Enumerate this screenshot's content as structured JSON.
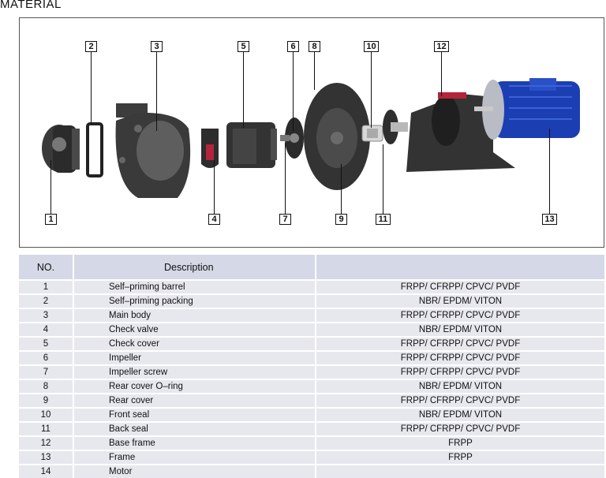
{
  "page": {
    "heading": "MATERIAL"
  },
  "diagram": {
    "callouts": [
      "1",
      "2",
      "3",
      "4",
      "5",
      "6",
      "7",
      "8",
      "9",
      "10",
      "11",
      "12",
      "13"
    ]
  },
  "table": {
    "headers": {
      "no": "NO.",
      "description": "Description",
      "material": ""
    },
    "rows": [
      {
        "no": "1",
        "description": "Self–priming barrel",
        "material": "FRPP/ CFRPP/ CPVC/ PVDF"
      },
      {
        "no": "2",
        "description": "Self–priming packing",
        "material": "NBR/ EPDM/ VITON"
      },
      {
        "no": "3",
        "description": "Main body",
        "material": "FRPP/ CFRPP/ CPVC/ PVDF"
      },
      {
        "no": "4",
        "description": "Check valve",
        "material": "NBR/ EPDM/ VITON"
      },
      {
        "no": "5",
        "description": "Check cover",
        "material": "FRPP/ CFRPP/ CPVC/ PVDF"
      },
      {
        "no": "6",
        "description": "Impeller",
        "material": "FRPP/ CFRPP/ CPVC/ PVDF"
      },
      {
        "no": "7",
        "description": "Impeller screw",
        "material": "FRPP/ CFRPP/ CPVC/ PVDF"
      },
      {
        "no": "8",
        "description": "Rear cover O–ring",
        "material": "NBR/ EPDM/ VITON"
      },
      {
        "no": "9",
        "description": "Rear cover",
        "material": "FRPP/ CFRPP/ CPVC/ PVDF"
      },
      {
        "no": "10",
        "description": "Front seal",
        "material": "NBR/ EPDM/ VITON"
      },
      {
        "no": "11",
        "description": "Back seal",
        "material": "FRPP/ CFRPP/ CPVC/ PVDF"
      },
      {
        "no": "12",
        "description": "Base frame",
        "material": "FRPP"
      },
      {
        "no": "13",
        "description": "Frame",
        "material": "FRPP"
      },
      {
        "no": "14",
        "description": "Motor",
        "material": ""
      }
    ]
  }
}
